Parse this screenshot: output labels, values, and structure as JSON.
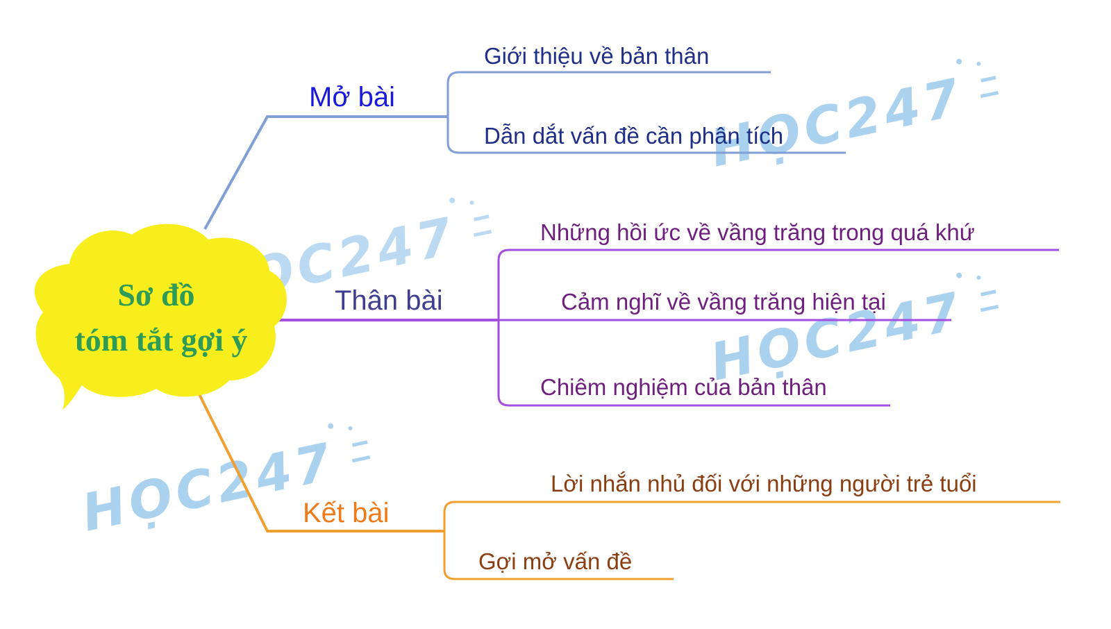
{
  "center": {
    "line1": "Sơ đồ",
    "line2": "tóm tắt gợi ý",
    "fill": "#f8ee1e",
    "text_color": "#2e9b57"
  },
  "branches": [
    {
      "label": "Mở bài",
      "color": "#1a1ad8",
      "line_color": "#7f9fd6",
      "leaf_color": "#1f2f88",
      "leaves": [
        "Giới thiệu về bản thân",
        "Dẫn dắt vấn đề cần phân tích"
      ]
    },
    {
      "label": "Thân bài",
      "color": "#3f3d8f",
      "line_color": "#a24ee0",
      "leaf_color": "#6e1f7e",
      "leaves": [
        "Những hồi ức về vầng trăng trong quá khứ",
        "Cảm nghĩ về vầng trăng hiện tại",
        "Chiêm nghiệm của bản thân"
      ]
    },
    {
      "label": "Kết bài",
      "color": "#ef7a1a",
      "line_color": "#f0a030",
      "leaf_color": "#8a3e12",
      "leaves": [
        "Lời nhắn nhủ đối với những người trẻ tuổi",
        "Gợi mở vấn đề"
      ]
    }
  ],
  "watermark": {
    "text": "HỌC247",
    "color": "#8ec3ea"
  }
}
